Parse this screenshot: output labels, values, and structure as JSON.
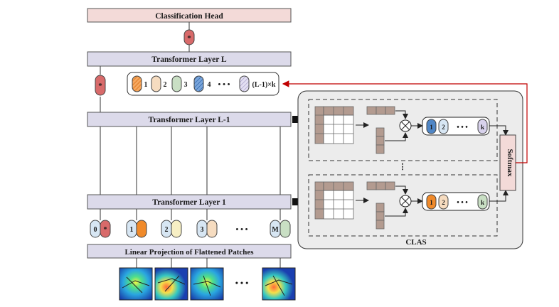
{
  "head_label": "Classification Head",
  "layer_top": "Transformer Layer L",
  "layer_mid": "Transformer Layer L-1",
  "layer_bottom": "Transformer Layer 1",
  "projection_label": "Linear Projection of Flattened Patches",
  "star": "*",
  "ellipsis": "• • •",
  "vdots": "⋮",
  "token_list": [
    "1",
    "2",
    "3",
    "4",
    "(L-1)×k"
  ],
  "input_tokens": [
    "0",
    "1",
    "2",
    "3",
    "M"
  ],
  "branch_tokens": [
    "1",
    "2",
    "k"
  ],
  "softmax_label": "Softmax",
  "module_label": "CLAS",
  "colors": {
    "head_fill": "#f3dad8",
    "layer_fill": "#dcdaea",
    "module_bg": "#ececec",
    "matrix_fill": "#b39b90",
    "arrow_red": "#c00000",
    "token_orange": "#f08a2a",
    "token_peach": "#f6dcc0",
    "token_green": "#c9dfc4",
    "token_blue": "#4f86c6",
    "token_lavender": "#d8d2ec",
    "token_red": "#d86a6a",
    "token_light": "#d7e6f3",
    "token_yellow": "#f7efc4"
  }
}
